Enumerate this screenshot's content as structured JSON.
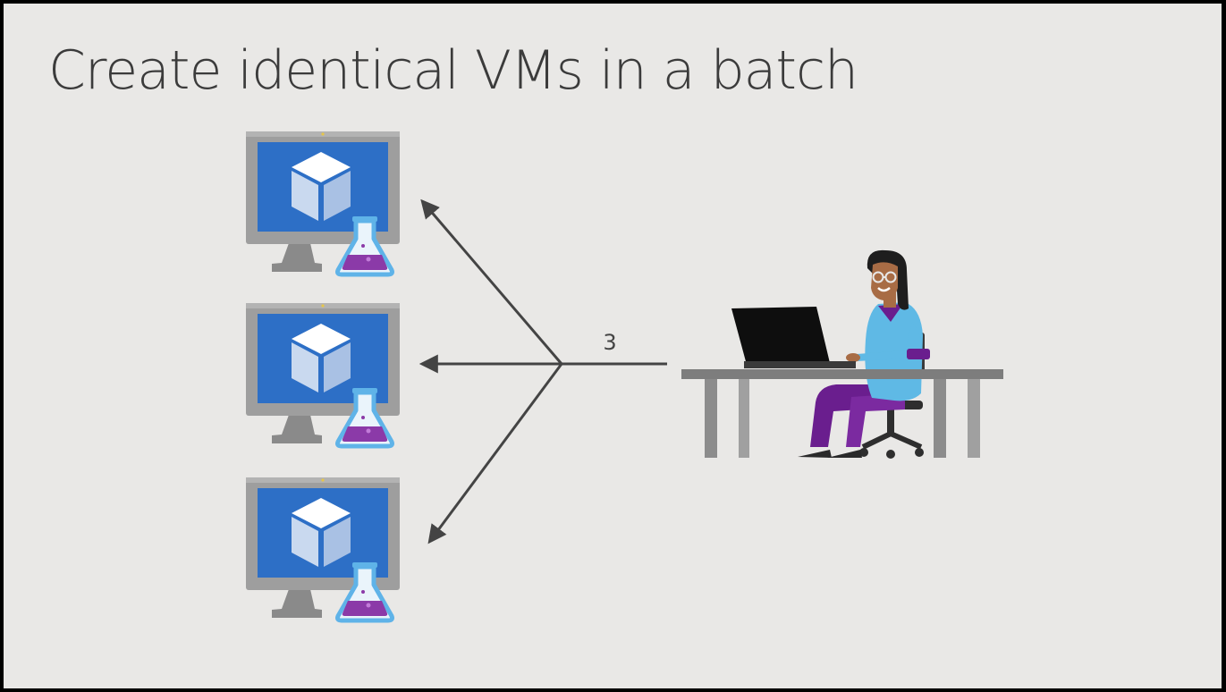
{
  "slide": {
    "title": "Create identical VMs in a batch"
  },
  "diagram": {
    "count_label": "3",
    "vm_count": 3,
    "icons": {
      "vm": "virtual-machine-lab-icon",
      "user": "person-at-laptop-icon"
    },
    "colors": {
      "background": "#e9e8e6",
      "monitor_bezel": "#9b9b9b",
      "screen": "#2d6fc6",
      "cube": "#ffffff",
      "flask_liquid": "#8b3aa8",
      "arrow": "#444444",
      "shirt": "#5fb9e5",
      "pants": "#6a1e8e",
      "desk": "#7d7d7d"
    }
  }
}
